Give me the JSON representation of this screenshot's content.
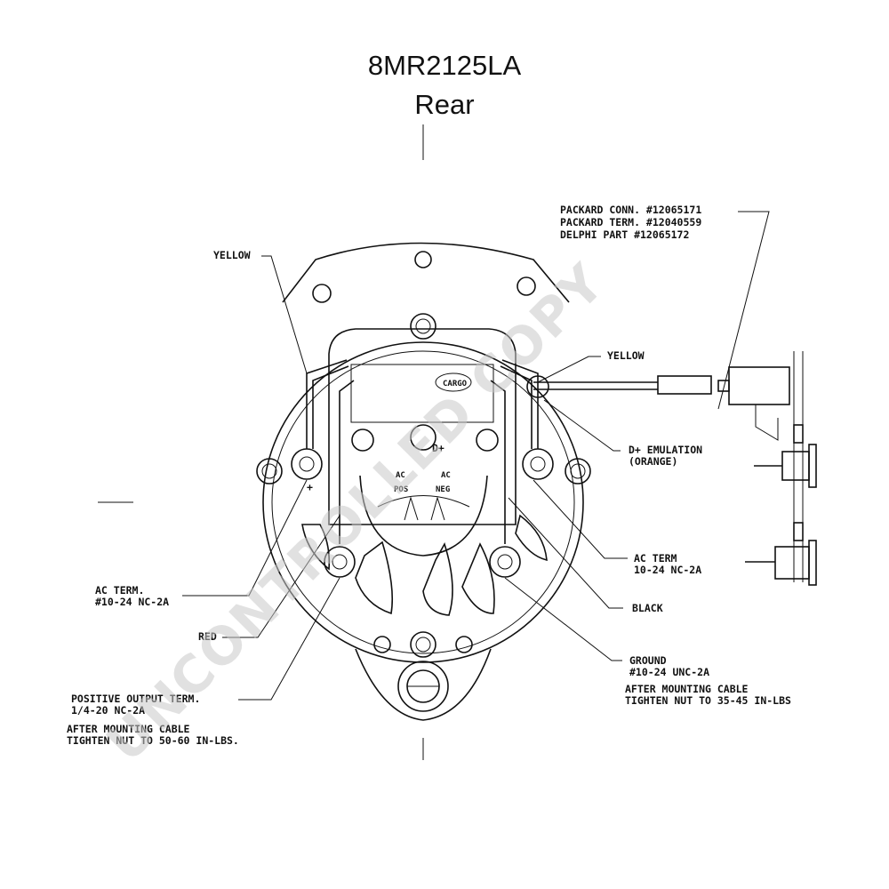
{
  "header": {
    "model": "8MR2125LA",
    "view": "Rear"
  },
  "callouts": {
    "packard_conn": "PACKARD CONN. #12065171",
    "packard_term": "PACKARD TERM. #12040559",
    "delphi_part": "DELPHI PART #12065172",
    "yellow_left": "YELLOW",
    "yellow_right": "YELLOW",
    "d_emulation_1": "D+ EMULATION",
    "d_emulation_2": "(ORANGE)",
    "ac_term_right_1": "AC TERM",
    "ac_term_right_2": "10-24 NC-2A",
    "black": "BLACK",
    "ground_1": "GROUND",
    "ground_2": "#10-24 UNC-2A",
    "ground_note_1": "AFTER MOUNTING CABLE",
    "ground_note_2": "TIGHTEN NUT TO 35-45 IN-LBS",
    "ac_term_left_1": "AC TERM.",
    "ac_term_left_2": "#10-24 NC-2A",
    "red": "RED",
    "positive_1": "POSITIVE OUTPUT TERM.",
    "positive_2": "1/4-20 NC-2A",
    "positive_note_1": "AFTER MOUNTING CABLE",
    "positive_note_2": "TIGHTEN NUT TO 50-60 IN-LBS."
  },
  "terminal_marks": {
    "d_plus": "D+",
    "ac_left": "AC",
    "ac_right": "AC",
    "pos": "POS",
    "neg": "NEG",
    "plus": "+",
    "brand": "CARGO"
  },
  "watermark": "UNCONTROLLED COPY"
}
